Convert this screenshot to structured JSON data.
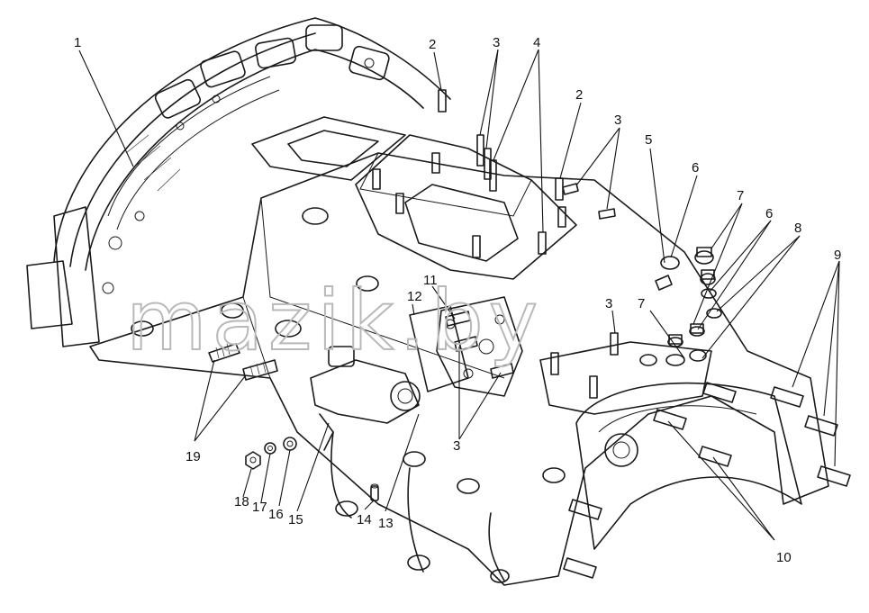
{
  "watermark": "mazik.by",
  "callouts": [
    {
      "id": "c1",
      "text": "1"
    },
    {
      "id": "c2a",
      "text": "2"
    },
    {
      "id": "c2b",
      "text": "2"
    },
    {
      "id": "c3a",
      "text": "3"
    },
    {
      "id": "c3b",
      "text": "3"
    },
    {
      "id": "c3c",
      "text": "3"
    },
    {
      "id": "c3d",
      "text": "3"
    },
    {
      "id": "c4",
      "text": "4"
    },
    {
      "id": "c5",
      "text": "5"
    },
    {
      "id": "c6a",
      "text": "6"
    },
    {
      "id": "c6b",
      "text": "6"
    },
    {
      "id": "c7a",
      "text": "7"
    },
    {
      "id": "c7b",
      "text": "7"
    },
    {
      "id": "c8",
      "text": "8"
    },
    {
      "id": "c9",
      "text": "9"
    },
    {
      "id": "c10",
      "text": "10"
    },
    {
      "id": "c11",
      "text": "11"
    },
    {
      "id": "c12",
      "text": "12"
    },
    {
      "id": "c13",
      "text": "13"
    },
    {
      "id": "c14",
      "text": "14"
    },
    {
      "id": "c15",
      "text": "15"
    },
    {
      "id": "c16",
      "text": "16"
    },
    {
      "id": "c17",
      "text": "17"
    },
    {
      "id": "c18",
      "text": "18"
    },
    {
      "id": "c19",
      "text": "19"
    }
  ]
}
